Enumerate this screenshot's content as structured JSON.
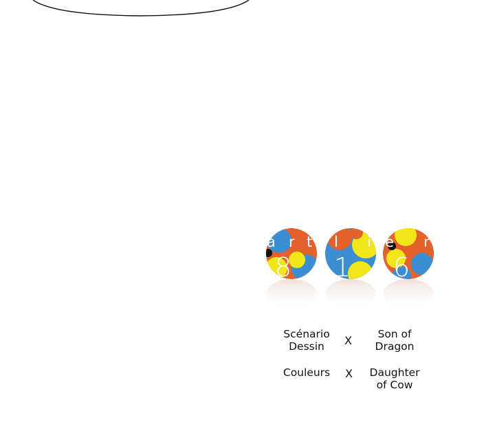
{
  "logo": {
    "text": "artlier816",
    "letters": [
      "a",
      "r",
      "t",
      "l",
      "i",
      "e",
      "r"
    ],
    "digits": [
      "8",
      "1",
      "6"
    ],
    "colors": {
      "orange": "#e3612b",
      "yellow": "#f0e619",
      "blue": "#3a8ed1",
      "black": "#111111"
    }
  },
  "credits": {
    "row1": {
      "role_line1": "Scénario",
      "role_line2": "Dessin",
      "separator": "X",
      "name_line1": "Son of",
      "name_line2": "Dragon"
    },
    "row2": {
      "role": "Couleurs",
      "separator": "X",
      "name_line1": "Daughter",
      "name_line2": "of Cow"
    }
  }
}
